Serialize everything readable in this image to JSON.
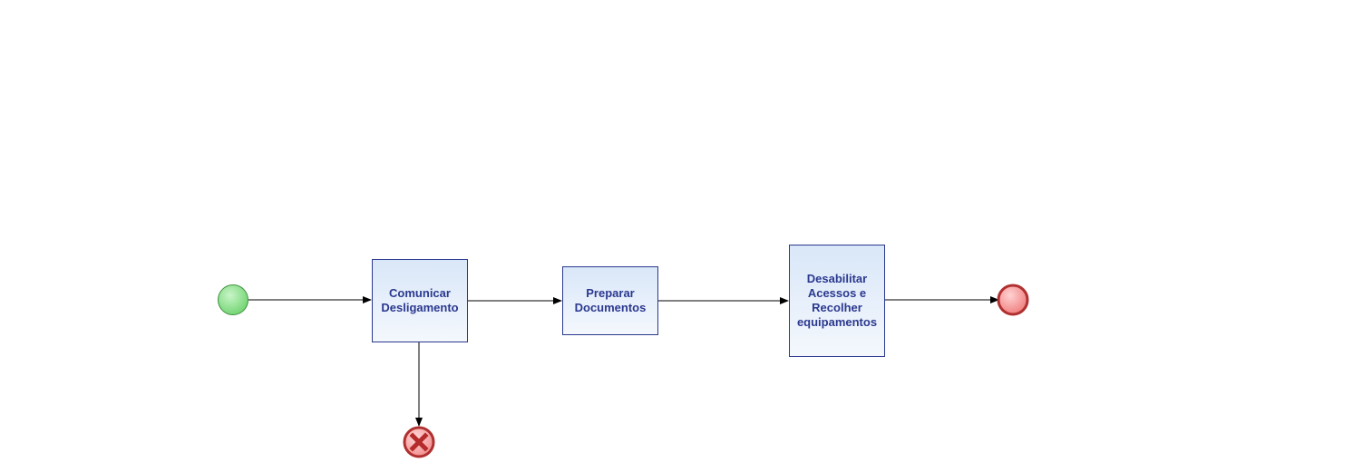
{
  "diagram": {
    "tasks": [
      {
        "id": "comunicar",
        "label": "Comunicar\nDesligamento"
      },
      {
        "id": "preparar",
        "label": "Preparar\nDocumentos"
      },
      {
        "id": "desabilitar",
        "label": "Desabilitar\nAcessos e\nRecolher\nequipamentos"
      }
    ],
    "events": {
      "start": {
        "type": "start-event",
        "color": "#7ed67e"
      },
      "end": {
        "type": "end-event",
        "color": "#f08080"
      },
      "error_end": {
        "type": "error-end-event",
        "icon": "cancel-x-icon",
        "color": "#e25b5b"
      }
    },
    "colors": {
      "task_border": "#2b3990",
      "task_text": "#2b3990",
      "connector": "#000000"
    }
  }
}
